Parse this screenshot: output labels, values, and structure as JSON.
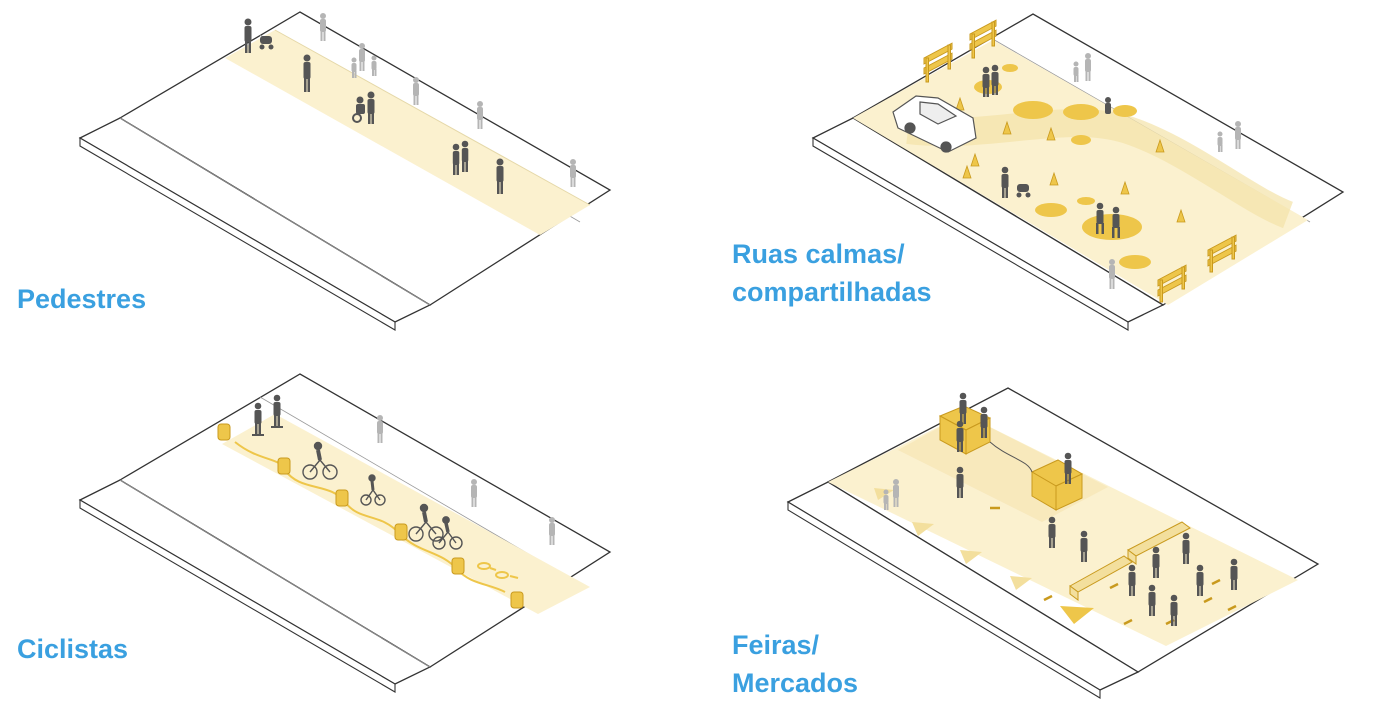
{
  "panels": [
    {
      "id": "pedestres",
      "lines": [
        "Pedestres"
      ]
    },
    {
      "id": "ruas-calmas",
      "lines": [
        "Ruas calmas/",
        "compartilhadas"
      ]
    },
    {
      "id": "ciclistas",
      "lines": [
        "Ciclistas"
      ]
    },
    {
      "id": "feiras",
      "lines": [
        "Feiras/",
        "Mercados"
      ]
    }
  ],
  "colors": {
    "label": "#3aa0e0",
    "street_outline": "#333333",
    "highlight_zone": "#fbf1cf",
    "accent_yellow": "#eec64a",
    "accent_stroke": "#c99a1e",
    "figure_dark": "#555555",
    "figure_light": "#b5b5b5"
  }
}
